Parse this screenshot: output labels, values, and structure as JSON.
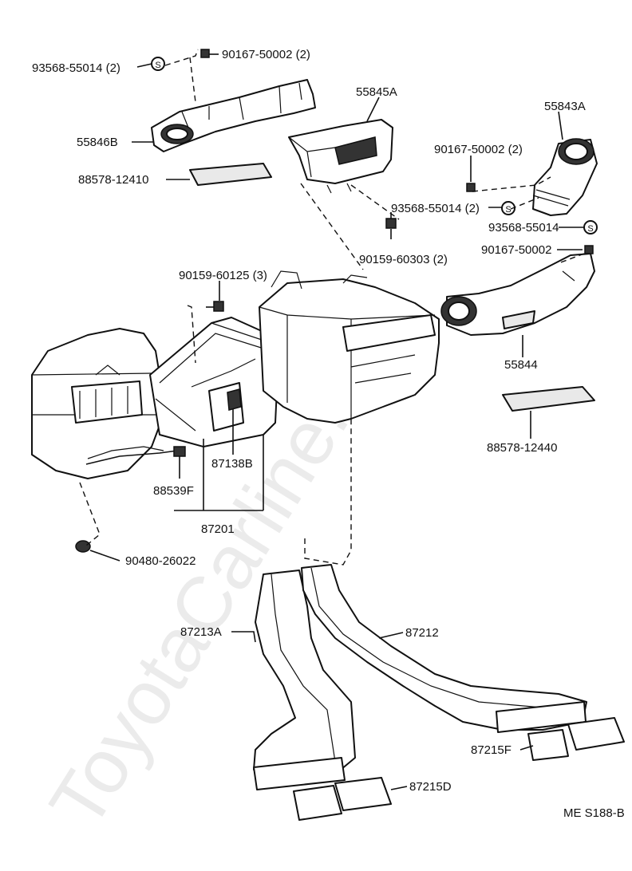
{
  "watermark": "ToyotaCarline.ru",
  "diagram_code": "ME S188-B",
  "labels": {
    "p93568_55014_2_top": "93568-55014 (2)",
    "p90167_50002_2_top": "90167-50002 (2)",
    "p55846B": "55846B",
    "p88578_12410": "88578-12410",
    "p55845A": "55845A",
    "p55843A": "55843A",
    "p90167_50002_2_right": "90167-50002 (2)",
    "p93568_55014_2_mid": "93568-55014 (2)",
    "p93568_55014_right": "93568-55014",
    "p90159_60303_2": "90159-60303 (2)",
    "p90167_50002_right": "90167-50002",
    "p90159_60125_3": "90159-60125 (3)",
    "p55844": "55844",
    "p88578_12440": "88578-12440",
    "p87138B": "87138B",
    "p88539F": "88539F",
    "p87201": "87201",
    "p90480_26022": "90480-26022",
    "p87213A": "87213A",
    "p87212": "87212",
    "p87215F": "87215F",
    "p87215D": "87215D"
  },
  "symbols": {
    "clip_s": "S"
  }
}
